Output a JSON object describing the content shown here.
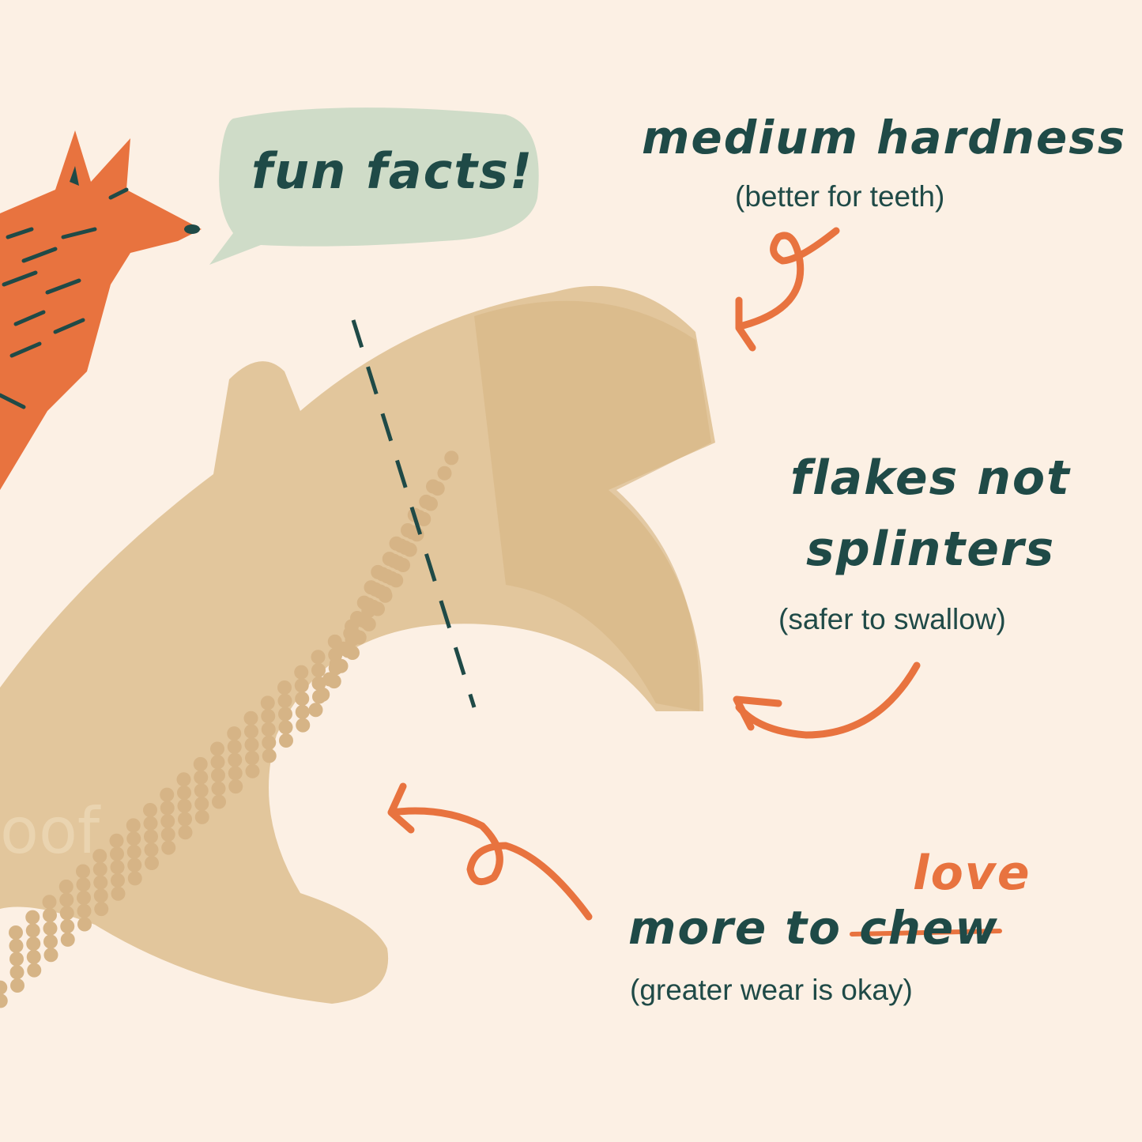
{
  "bubble": {
    "text": "fun facts!"
  },
  "facts": [
    {
      "title": "medium hardness",
      "subtitle": "(better for teeth)"
    },
    {
      "title_line1": "flakes not",
      "title_line2": "splinters",
      "subtitle": "(safer to swallow)"
    },
    {
      "title_prefix": "more to",
      "struck_word": "chew",
      "replacement_word": "love",
      "subtitle": "(greater wear is okay)"
    }
  ],
  "product_logo_text": "oof",
  "colors": {
    "background": "#fcf0e4",
    "text": "#1f4a47",
    "accent": "#e8733f",
    "bubble": "#cfdcc8",
    "chew": "#e2c69c"
  },
  "icons": [
    "fox-illustration",
    "speech-bubble",
    "curly-arrow",
    "chew-toy"
  ]
}
